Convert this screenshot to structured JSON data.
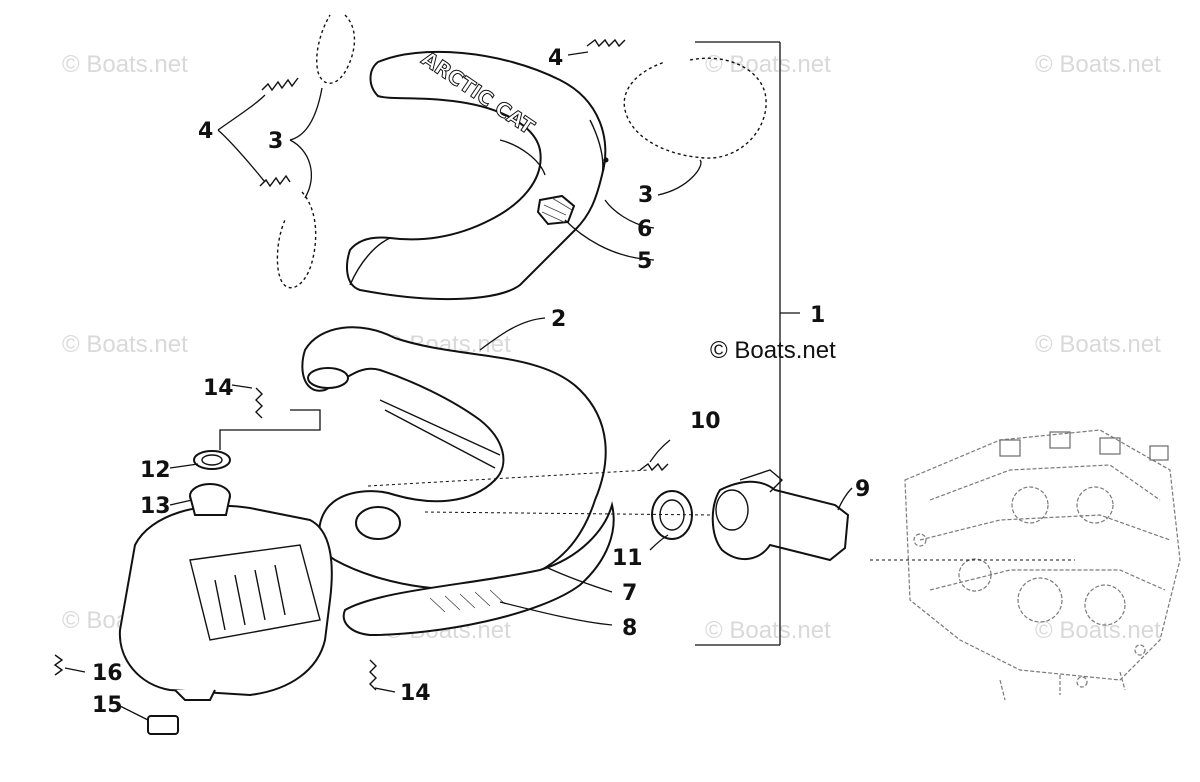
{
  "diagram": {
    "callouts": [
      "1",
      "2",
      "3",
      "3",
      "4",
      "4",
      "5",
      "6",
      "7",
      "8",
      "9",
      "10",
      "11",
      "12",
      "13",
      "14",
      "14",
      "15",
      "16"
    ],
    "center_watermark": "© Boats.net",
    "watermarks": [
      "© Boats.net",
      "© Boats.net",
      "© Boats.net",
      "© Boats.net",
      "© Boats.net",
      "© Boats.net",
      "© Boats.net",
      "© Boats.net",
      "© Boats.net",
      "© Boats.net"
    ],
    "logo_text": "ARCTIC CAT"
  }
}
